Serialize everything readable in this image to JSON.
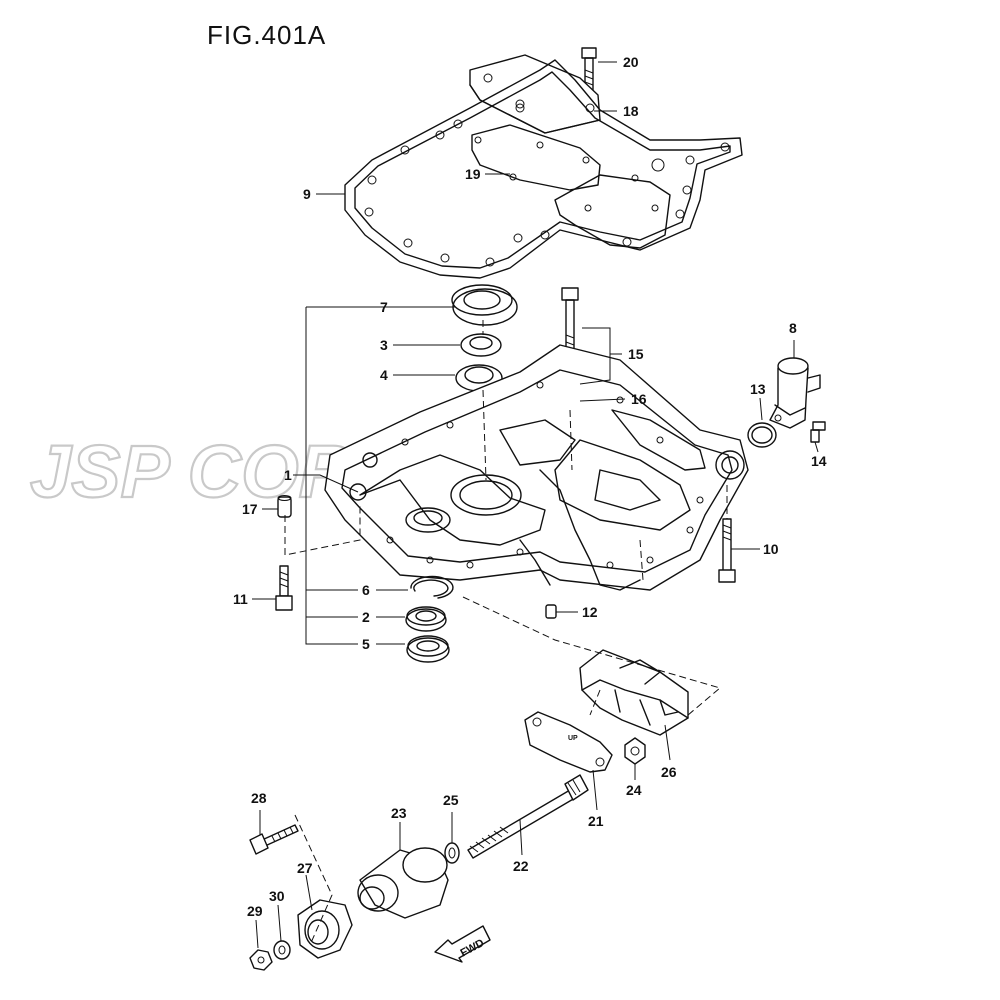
{
  "figure": {
    "title": "FIG.401A",
    "watermark": "JSP CORPORATION",
    "direction_arrow": "FWD"
  },
  "callouts": [
    "1",
    "2",
    "3",
    "4",
    "5",
    "6",
    "7",
    "8",
    "9",
    "10",
    "11",
    "12",
    "13",
    "14",
    "15",
    "16",
    "17",
    "18",
    "19",
    "20",
    "21",
    "22",
    "23",
    "24",
    "25",
    "26",
    "27",
    "28",
    "29",
    "30"
  ],
  "colors": {
    "line": "#111111",
    "watermark": "#c9c9c9",
    "background": "#ffffff"
  }
}
